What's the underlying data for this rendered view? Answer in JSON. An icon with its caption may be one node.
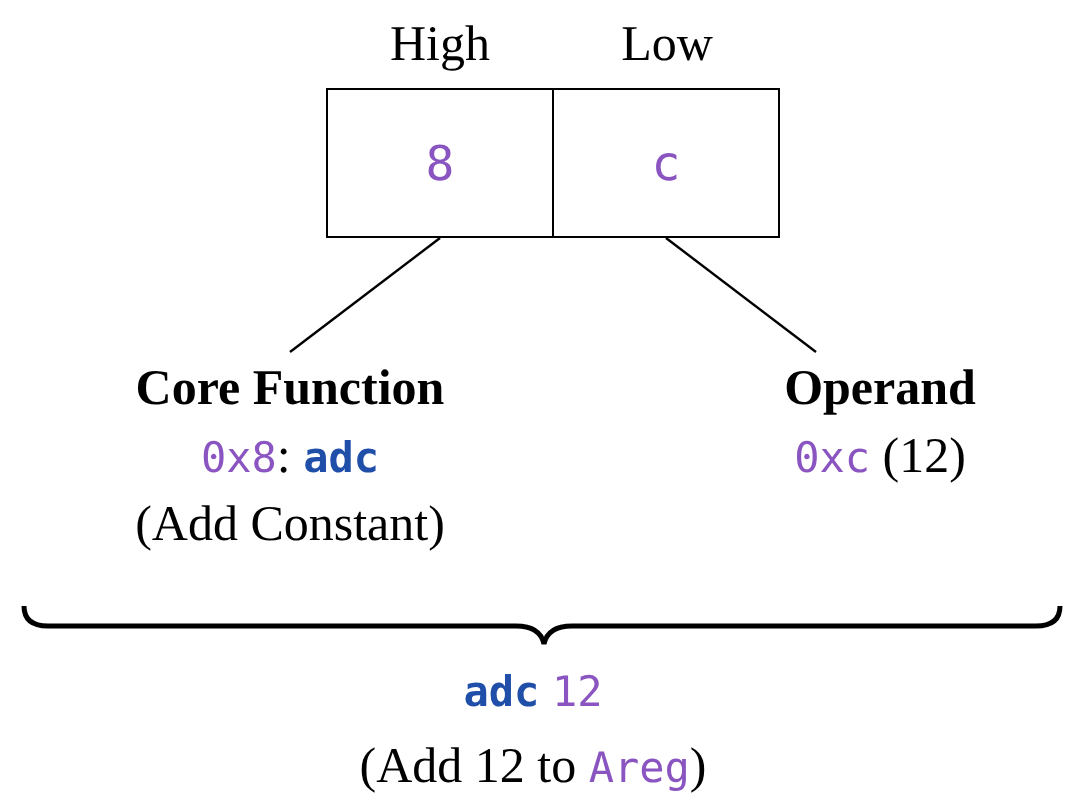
{
  "diagram": {
    "nodes": [
      {
        "text": [
          "High",
          "8"
        ]
      },
      {
        "text": [
          "Low",
          "c"
        ]
      },
      {
        "text": [
          "Core Function",
          "*0x8*: **adc**",
          "(Add Constant)"
        ]
      },
      {
        "text": [
          "Operand",
          "*0xc* (12)"
        ]
      }
    ],
    "edges": [
      {
        "from": 0,
        "to": 2,
        "arrow": "none"
      },
      {
        "from": 1,
        "to": 3,
        "arrow": "none"
      }
    ],
    "labels": [
      "**adc** *12*",
      "(Add 12 to *Areg*)"
    ]
  }
}
